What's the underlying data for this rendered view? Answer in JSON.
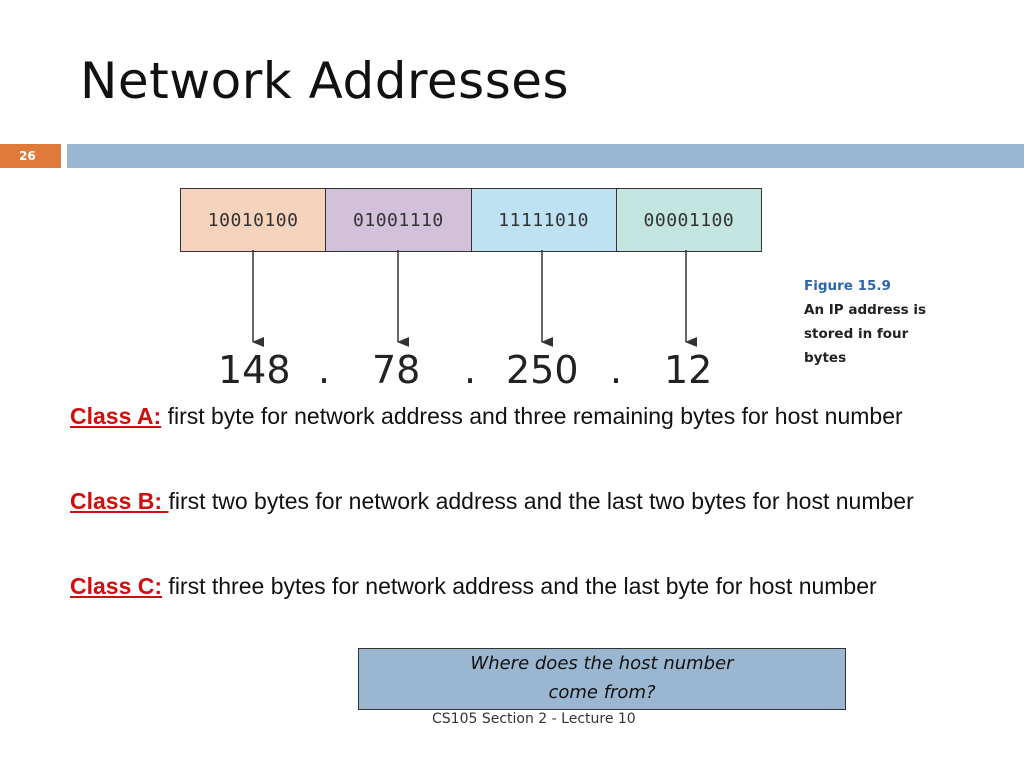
{
  "slide": {
    "title": "Network Addresses",
    "number": "26",
    "footer": "CS105 Section 2 - Lecture 10"
  },
  "figure": {
    "bytes": [
      {
        "binary": "10010100",
        "decimal": "148",
        "color": "#f6d3bc"
      },
      {
        "binary": "01001110",
        "decimal": "78",
        "color": "#d3c1dc"
      },
      {
        "binary": "11111010",
        "decimal": "250",
        "color": "#bfe2f3"
      },
      {
        "binary": "00001100",
        "decimal": "12",
        "color": "#c2e5df"
      }
    ],
    "separator": ".",
    "caption_label": "Figure 15.9",
    "caption_text": "An IP address is stored in four bytes"
  },
  "classes": [
    {
      "label": "Class A:",
      "text": " first byte for network address and three remaining bytes for host number"
    },
    {
      "label": "Class B: ",
      "text": "first two bytes for network address and the last two bytes for host number"
    },
    {
      "label": "Class C:",
      "text": " first three bytes for network address and the last byte for host number"
    }
  ],
  "question": {
    "line1": "Where does the host number",
    "line2": "come from?"
  },
  "colors": {
    "accent_orange": "#e07a3b",
    "bar_blue": "#9ab6d0",
    "class_red": "#d10d0d",
    "caption_blue": "#2d67a8"
  }
}
